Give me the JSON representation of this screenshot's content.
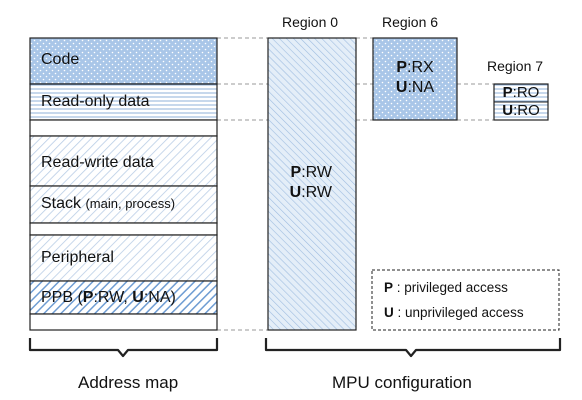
{
  "address_map": {
    "caption": "Address map",
    "segments": [
      {
        "id": "code",
        "label": "Code",
        "pattern": "dots"
      },
      {
        "id": "rodata",
        "label": "Read-only data",
        "pattern": "hlines"
      },
      {
        "id": "gap1",
        "label": "",
        "pattern": "none"
      },
      {
        "id": "rwdata",
        "label": "Read-write data",
        "pattern": "diag"
      },
      {
        "id": "stack",
        "label": "Stack",
        "sub_label": "(main, process)",
        "pattern": "diag"
      },
      {
        "id": "gap2",
        "label": "",
        "pattern": "none"
      },
      {
        "id": "peripheral",
        "label": "Peripheral",
        "pattern": "diag"
      },
      {
        "id": "ppb",
        "label_prefix": "PPB (",
        "p_key": "P",
        "p_val": ":RW, ",
        "u_key": "U",
        "u_val": ":NA)",
        "pattern": "bluediag"
      },
      {
        "id": "gap3",
        "label": "",
        "pattern": "none"
      }
    ]
  },
  "mpu": {
    "caption": "MPU configuration",
    "regions": [
      {
        "id": "region0",
        "title": "Region 0",
        "p_key": "P",
        "p_val": ":RW",
        "u_key": "U",
        "u_val": ":RW"
      },
      {
        "id": "region6",
        "title": "Region 6",
        "p_key": "P",
        "p_val": ":RX",
        "u_key": "U",
        "u_val": ":NA"
      },
      {
        "id": "region7",
        "title": "Region 7",
        "p_key": "P",
        "p_val": ":RO",
        "u_key": "U",
        "u_val": ":RO"
      }
    ]
  },
  "legend": {
    "items": [
      {
        "key": "P",
        "text": " : privileged access"
      },
      {
        "key": "U",
        "text": " : unprivileged access"
      }
    ]
  },
  "colors": {
    "blue_fill": "#a9c6e8",
    "blue_dot": "#ffffff",
    "hatch_line": "#5b8ac4",
    "border": "#222222",
    "dash": "#9a9a9a"
  }
}
